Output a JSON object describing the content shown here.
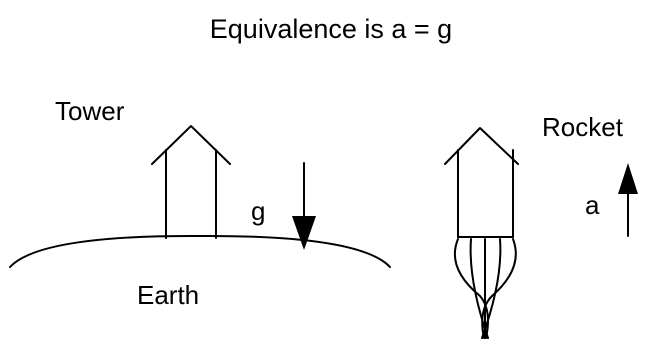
{
  "title": "Equivalence is a = g",
  "tower": {
    "label": "Tower",
    "gravity_label": "g",
    "ground_label": "Earth"
  },
  "rocket": {
    "label": "Rocket",
    "acceleration_label": "a"
  },
  "colors": {
    "ink": "#000000",
    "background": "#ffffff"
  }
}
